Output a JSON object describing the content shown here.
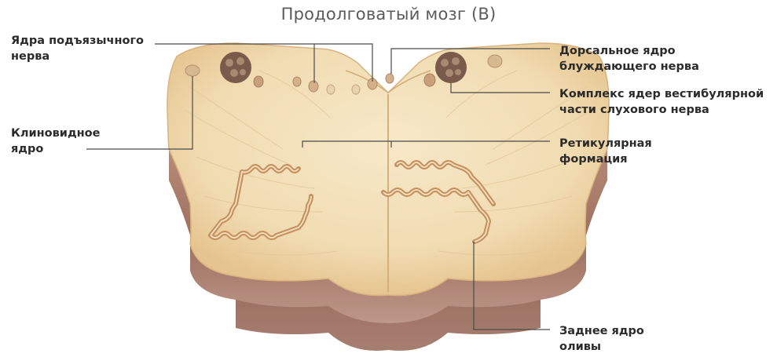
{
  "title": "Продолговатый мозг (В)",
  "labels": {
    "hypoglossal": [
      "Ядра подъязычного",
      "нерва"
    ],
    "cuneate": [
      "Клиновидное",
      "ядро"
    ],
    "vagus_dorsal": [
      "Дорсальное ядро",
      "блуждающего нерва"
    ],
    "vestibular": [
      "Комплекс ядер вестибулярной",
      "части слухового нерва"
    ],
    "reticular": [
      "Ретикулярная",
      "формация"
    ],
    "olive": [
      "Заднее ядро",
      "оливы"
    ]
  },
  "colors": {
    "tissue": "#f2dfb9",
    "tissue_edge": "#e0c08e",
    "side": "#a47a6a",
    "side_dark": "#7d5648",
    "olive": "#d9a877",
    "nucleus": "#6e5041",
    "leader": "#4a4a4a"
  }
}
